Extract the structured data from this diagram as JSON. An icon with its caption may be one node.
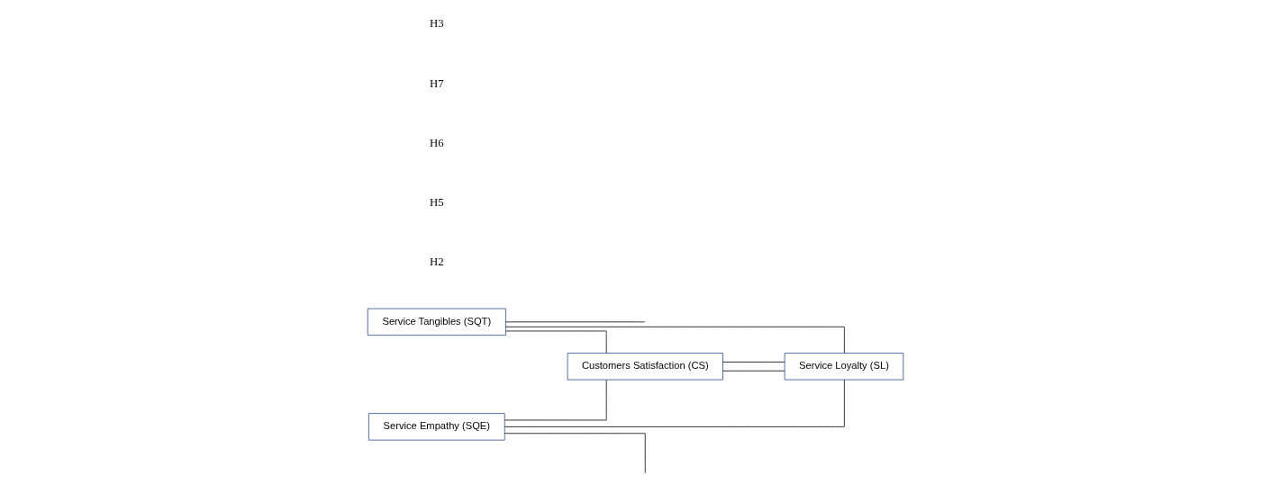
{
  "diagram": {
    "nodes": [
      {
        "text": [
          "Service Tangibles (SQT)"
        ]
      },
      {
        "text": [
          "Customers Satisfaction (CS)"
        ]
      },
      {
        "text": [
          "Service Loyalty (SL)"
        ]
      },
      {
        "text": [
          "Service Empathy (SQE)"
        ]
      }
    ],
    "edges": [
      {
        "from": 0,
        "to": 2,
        "arrow": "none"
      },
      {
        "from": 0,
        "to": 1,
        "arrow": "none"
      },
      {
        "from": 3,
        "to": 1,
        "arrow": "none"
      },
      {
        "from": 1,
        "to": 2,
        "arrow": "none"
      },
      {
        "from": 1,
        "to": 2,
        "arrow": "none"
      },
      {
        "from": 3,
        "to": 2,
        "arrow": "none"
      },
      {
        "from": 0,
        "to": null,
        "arrow": "none"
      },
      {
        "from": 3,
        "to": null,
        "arrow": "none"
      }
    ],
    "labels": [
      "H2",
      "H5",
      "H6",
      "H7",
      "H3"
    ]
  }
}
